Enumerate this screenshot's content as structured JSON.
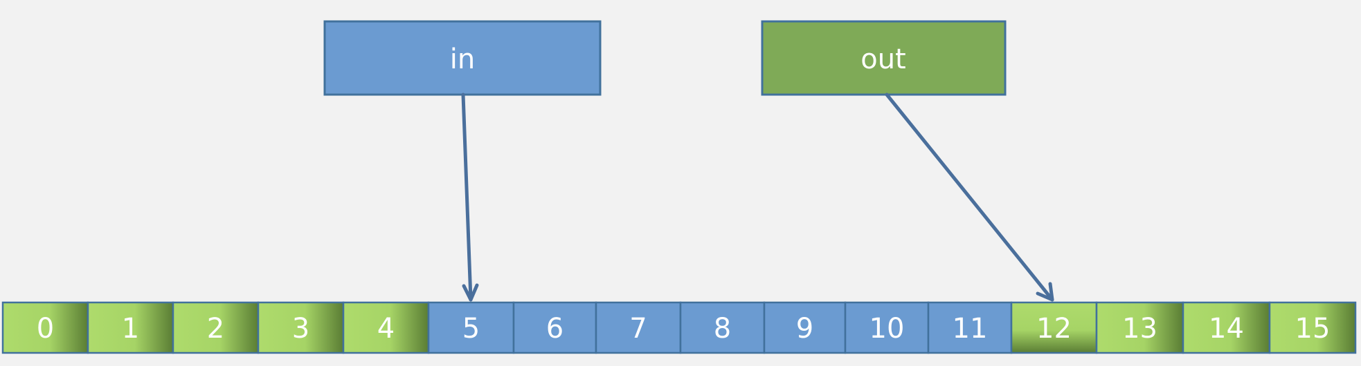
{
  "pointers": {
    "in": {
      "label": "in",
      "target_index": 5
    },
    "out": {
      "label": "out",
      "target_index": 12
    }
  },
  "buffer": {
    "cells": [
      {
        "label": "0",
        "style": "green"
      },
      {
        "label": "1",
        "style": "green"
      },
      {
        "label": "2",
        "style": "green"
      },
      {
        "label": "3",
        "style": "green"
      },
      {
        "label": "4",
        "style": "green"
      },
      {
        "label": "5",
        "style": "blue"
      },
      {
        "label": "6",
        "style": "blue"
      },
      {
        "label": "7",
        "style": "blue"
      },
      {
        "label": "8",
        "style": "blue"
      },
      {
        "label": "9",
        "style": "blue"
      },
      {
        "label": "10",
        "style": "blue"
      },
      {
        "label": "11",
        "style": "blue"
      },
      {
        "label": "12",
        "style": "green-vertical"
      },
      {
        "label": "13",
        "style": "green"
      },
      {
        "label": "14",
        "style": "green"
      },
      {
        "label": "15",
        "style": "green"
      }
    ]
  },
  "colors": {
    "blue_fill": "#6b9bd1",
    "green_fill": "#7faa57",
    "border": "#41719c",
    "arrow": "#4a6f9c",
    "green_light": "#aad96a",
    "green_dark": "#557a30"
  }
}
